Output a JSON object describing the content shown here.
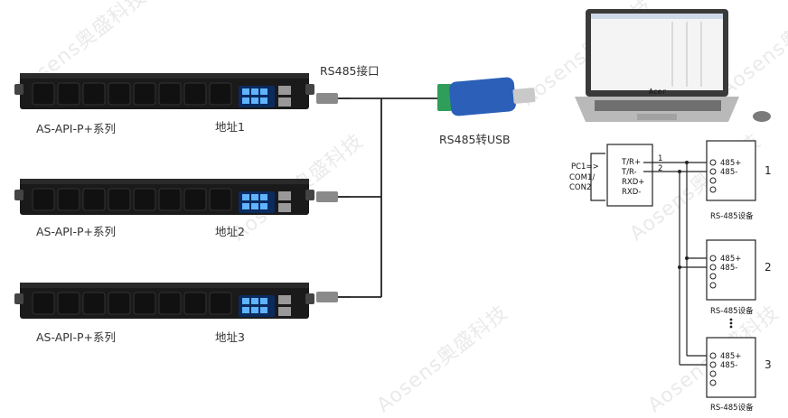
{
  "watermark": "Aosens奥盛科技",
  "labels": {
    "port": "RS485接口",
    "converter": "RS485转USB",
    "pdu_series": "AS-API-P+系列",
    "addr1": "地址1",
    "addr2": "地址2",
    "addr3": "地址3"
  },
  "wiring": {
    "pc_label_1": "PC1=>",
    "pc_label_2": "COM1/",
    "pc_label_3": "CON2",
    "pin_tr_plus": "T/R+",
    "pin_tr_minus": "T/R-",
    "pin_rxd_plus": "RXD+",
    "pin_rxd_minus": "RXD-",
    "line1": "1",
    "line2": "2",
    "term_plus": "485+",
    "term_minus": "485-",
    "device_label": "RS-485设备",
    "dev1": "1",
    "dev2": "2",
    "dev3": "3"
  },
  "laptop": {
    "brand": "Acer"
  },
  "colors": {
    "pdu_body": "#1a1a1a",
    "display_blue": "#1e6fd8",
    "converter_blue": "#2b5fb8",
    "terminal_green": "#2e9e5a",
    "wire": "#222222"
  }
}
